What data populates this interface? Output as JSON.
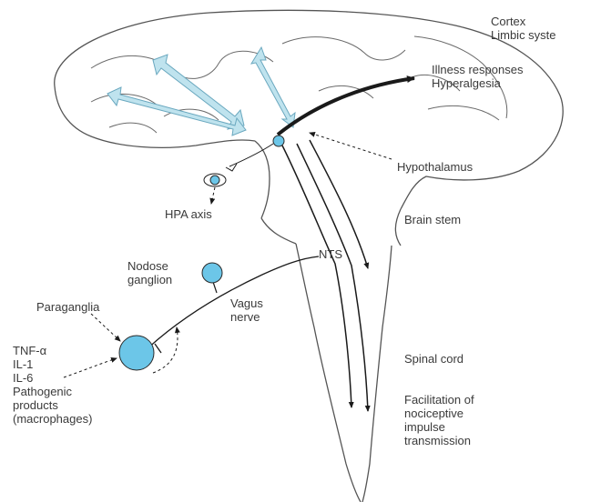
{
  "labels": {
    "cortex": [
      "Cortex",
      "Limbic syste"
    ],
    "illness": [
      "Illness responses",
      "Hyperalgesia"
    ],
    "hypothalamus": "Hypothalamus",
    "hpa": "HPA axis",
    "brainstem": "Brain stem",
    "nts": "NTS",
    "nodose": [
      "Nodose",
      "ganglion"
    ],
    "vagus": [
      "Vagus",
      "nerve"
    ],
    "paraganglia": "Paraganglia",
    "mediators": [
      "TNF-α",
      "IL-1",
      "IL-6",
      "Pathogenic",
      "products",
      "(macrophages)"
    ],
    "spinal": "Spinal cord",
    "facilitation": [
      "Facilitation of",
      "nociceptive",
      "impulse",
      "transmission"
    ]
  },
  "colors": {
    "line": "#1a1a1a",
    "structure": "#555555",
    "node_fill": "#6cc6e8",
    "arrow_fill": "#bfe3ee",
    "arrow_stroke": "#6aa8bf"
  }
}
